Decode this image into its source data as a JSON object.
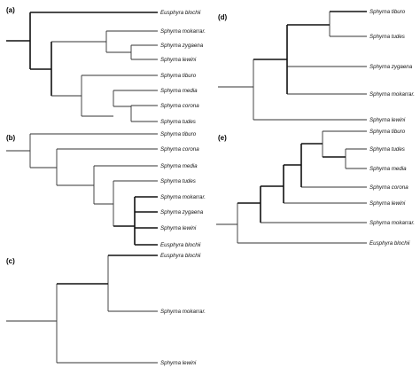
{
  "panels": [
    {
      "id": "a",
      "label": "(a)",
      "taxa": [
        "Eusphyra blochii",
        "Sphyrna mokarrar.",
        "Sphyrna zygaena",
        "Sphyrna lewini",
        "Sphyrna tiburo",
        "Sphyrna media",
        "Sphyrna corona",
        "Sphyrna tudes"
      ],
      "tree": [
        [
          0,
          [
            [
              1,
              [
                2,
                3
              ]
            ],
            [
              4,
              [
                5,
                [
                  6,
                  7
                ]
              ]
            ]
          ]
        ]
      ]
    },
    {
      "id": "b",
      "label": "(b)",
      "taxa": [
        "Sphyrna tiburo",
        "Sphyrna corona",
        "Sphyrna media",
        "Sphyrna tudes",
        "Sphyrna mokarrar.",
        "Sphyrna zygaena",
        "Sphyrna lewini",
        "Eusphyra blochii"
      ],
      "tree": [
        [
          0,
          [
            1,
            [
              2,
              [
                3,
                [
                  4,
                  5,
                  6,
                  7
                ]
              ]
            ]
          ]
        ]
      ]
    },
    {
      "id": "c",
      "label": "(c)",
      "taxa": [
        "Eusphyra blochii",
        "Sphyrna mokarrar.",
        "Sphyrna lewini"
      ],
      "tree": [
        [
          [
            0,
            1
          ],
          2
        ]
      ]
    },
    {
      "id": "d",
      "label": "(d)",
      "taxa": [
        "Sphyrna tiburo",
        "Sphyrna tudes",
        "Sphyrna zygaena",
        "Sphyrna mokarrar.",
        "Sphyrna lewini"
      ],
      "tree": [
        [
          [
            [
              0,
              1
            ],
            2,
            3
          ],
          4
        ]
      ]
    },
    {
      "id": "e",
      "label": "(e)",
      "taxa": [
        "Sphyrna tiburo",
        "Sphyrna tudes",
        "Sphyrna media",
        "Sphyrna corona",
        "Sphyrna lewini",
        "Sphyrna mokarrar.",
        "Eusphyra blochii"
      ],
      "tree": [
        [
          [
            [
              [
                [
                  0,
                  [
                    1,
                    2
                  ]
                ],
                3
              ],
              4
            ],
            5
          ],
          6
        ]
      ]
    }
  ]
}
